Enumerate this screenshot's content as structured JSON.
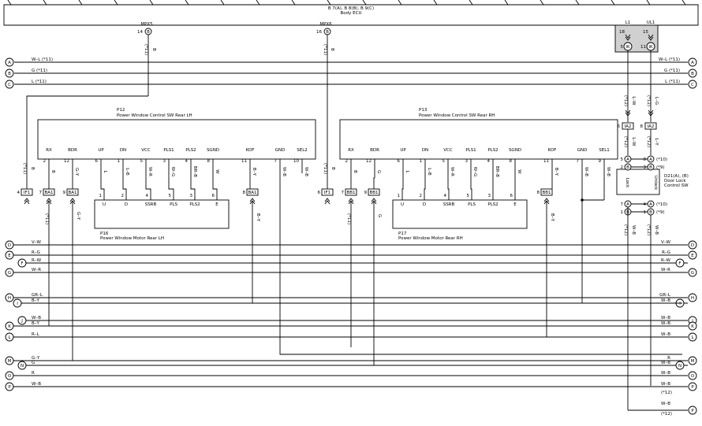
{
  "ecu": {
    "header": "B 7(A), B 8(B), B 9(C)",
    "name": "Body ECU",
    "mpx5_label": "MPX5",
    "mpx5_pin": "14",
    "mpx5_conn": "B",
    "mpx5_wire": "B",
    "mpx5_ref": "(*11)",
    "mpx6_label": "MPX6",
    "mpx6_pin": "16",
    "mpx6_conn": "B",
    "mpx6_wire": "B",
    "mpx6_ref": "(*11)",
    "l1_label": "L1",
    "l1_pin": "18",
    "ul1_label": "UL1",
    "ul1_pin": "15"
  },
  "junction_ik": {
    "pin": "5",
    "code": "IK"
  },
  "junction_ik2": {
    "pin": "11",
    "code": "IK"
  },
  "bus_lines": [
    {
      "letter": "A",
      "label": "W–L (*11)",
      "label_r": "W–L (*11)"
    },
    {
      "letter": "B",
      "label": "G (*11)",
      "label_r": "G (*11)"
    },
    {
      "letter": "C",
      "label": "L (*11)",
      "label_r": "L (*11)"
    }
  ],
  "p12": {
    "code": "P12",
    "name": "Power Window Control SW Rear LH",
    "pins": [
      "RX",
      "BDR",
      "UP",
      "DN",
      "VCC",
      "PLS1",
      "PLS2",
      "SGND",
      "KOF",
      "GND",
      "SEL2"
    ],
    "nums": [
      "2",
      "12",
      "6",
      "1",
      "5",
      "3",
      "4",
      "8",
      "11",
      "7",
      "10"
    ],
    "wires": [
      "B",
      "G–Y",
      "L",
      "L–B",
      "W–R",
      "W–G",
      "BR–B",
      "W",
      "B–Y",
      "W–B",
      "W–B"
    ]
  },
  "p13": {
    "code": "P13",
    "name": "Power Window Control SW Rear RH",
    "pins": [
      "RX",
      "BDR",
      "UP",
      "DN",
      "VCC",
      "PLS1",
      "PLS2",
      "SGND",
      "KOF",
      "GND",
      "SEL1"
    ],
    "nums": [
      "2",
      "12",
      "6",
      "1",
      "5",
      "3",
      "4",
      "8",
      "11",
      "7",
      "9"
    ],
    "wires": [
      "B",
      "G",
      "L",
      "L–B",
      "W–R",
      "W–G",
      "BR–B",
      "W",
      "B–Y",
      "W–B",
      "W–B"
    ]
  },
  "p16": {
    "code": "P16",
    "name": "Power Window Motor Rear LH",
    "pins": [
      "U",
      "D",
      "SSRB",
      "PLS",
      "PLS2",
      "E"
    ],
    "nums": [
      "1",
      "2",
      "4",
      "5",
      "3",
      "6"
    ]
  },
  "p17": {
    "code": "P17",
    "name": "Power Window Motor Rear RH",
    "pins": [
      "U",
      "D",
      "SSRB",
      "PLS",
      "PLS2",
      "E"
    ],
    "nums": [
      "1",
      "2",
      "4",
      "5",
      "3",
      "6"
    ]
  },
  "lh_connectors": [
    {
      "pin": "4",
      "code": "IF1",
      "wire": "B",
      "ref": "(*11)"
    },
    {
      "pin": "7",
      "code": "BA1",
      "wire": "B",
      "ref": "(*11)"
    },
    {
      "pin": "9",
      "code": "BA1",
      "wire": "G–Y",
      "ref": ""
    },
    {
      "pin": "8",
      "code": "BA1",
      "wire": "B–Y",
      "ref": ""
    }
  ],
  "rh_connectors": [
    {
      "pin": "6",
      "code": "IF1",
      "wire": "B",
      "ref": "(*11)"
    },
    {
      "pin": "7",
      "code": "BB1",
      "wire": "B",
      "ref": "(*11)"
    },
    {
      "pin": "9",
      "code": "BB1",
      "wire": "G",
      "ref": ""
    },
    {
      "pin": "8",
      "code": "BB1",
      "wire": "B–Y",
      "ref": ""
    }
  ],
  "ia2": {
    "left_pin": "6",
    "left_code": "IA2",
    "right_pin": "8",
    "right_code": "IA2",
    "l_wire": "L–W",
    "r_wire": "L–G",
    "l_ref": "(*12)",
    "r_ref": "(*12)",
    "l2_wire": "L–W",
    "r2_wire": "L–Y",
    "l2_ref": "(*12)",
    "r2_ref": "(*12)"
  },
  "d21": {
    "name": "D21(A), (B)",
    "name2": "Door Lock",
    "name3": "Control SW",
    "lock": "Lock",
    "unlock": "Unlock",
    "pins": [
      {
        "num": "5",
        "conn": "A",
        "num2": "8",
        "conn2": "A",
        "ref": "(*10)"
      },
      {
        "num": "2",
        "conn": "B",
        "num2": "3",
        "conn2": "B",
        "ref": "(*9)"
      },
      {
        "num": "7",
        "conn": "A",
        "num2": "4",
        "conn2": "A",
        "ref": "(*10)"
      },
      {
        "num": "1",
        "conn": "B",
        "num2": "1",
        "conn2": "B",
        "ref": "(*9)"
      }
    ],
    "wire_l": "W–B",
    "wire_r": "W–B",
    "ref_l": "(*12)",
    "ref_r": "(*12)"
  },
  "lower_lines": [
    {
      "letter": "D",
      "label": "V–W",
      "label_r": "V–W"
    },
    {
      "letter": "E",
      "label": "R–G",
      "label_r": "R–G"
    },
    {
      "letter": "F",
      "label": "R–W",
      "label_r": "R–W"
    },
    {
      "letter": "G",
      "label": "W–R",
      "label_r": "W–R"
    },
    {
      "letter": "H",
      "label": "GR–L",
      "label_r": "GR–L"
    },
    {
      "letter": "I",
      "label": "B–Y",
      "label_r": "W–B"
    },
    {
      "letter": "J",
      "label": "W–B",
      "label_r": "W–B"
    },
    {
      "letter": "K",
      "label": "B–Y",
      "label_r": "W–B"
    },
    {
      "letter": "L",
      "label": "R–L",
      "label_r": "W–B"
    },
    {
      "letter": "M",
      "label": "G–Y",
      "label_r": "R"
    },
    {
      "letter": "N",
      "label": "G",
      "label_r": "W–B"
    },
    {
      "letter": "O",
      "label": "R",
      "label_r": "W–B"
    },
    {
      "letter": "P",
      "label": "W–B",
      "label_r": "W–B"
    }
  ],
  "right_refs": [
    "(*12)",
    "(*12)"
  ]
}
